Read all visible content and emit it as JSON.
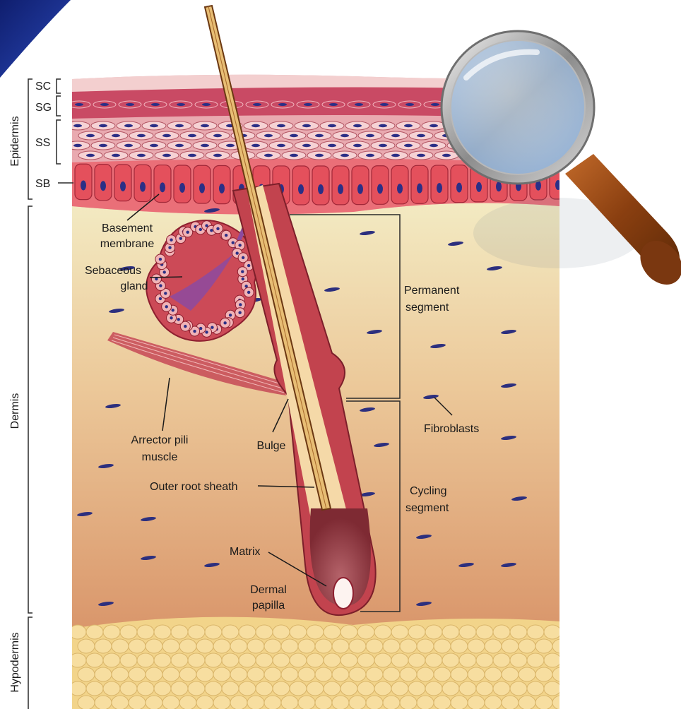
{
  "regions": {
    "epidermis": "Epidermis",
    "dermis": "Dermis",
    "hypodermis": "Hypodermis"
  },
  "layers": {
    "sc": "SC",
    "sg": "SG",
    "ss": "SS",
    "sb": "SB"
  },
  "labels": {
    "basement_line1": "Basement",
    "basement_line2": "membrane",
    "sebaceous_line1": "Sebaceous",
    "sebaceous_line2": "gland",
    "permanent_line1": "Permanent",
    "permanent_line2": "segment",
    "fibroblasts": "Fibroblasts",
    "arrector_line1": "Arrector pili",
    "arrector_line2": "muscle",
    "bulge": "Bulge",
    "outer_root_sheath": "Outer root sheath",
    "cycling_line1": "Cycling",
    "cycling_line2": "segment",
    "matrix": "Matrix",
    "dermal_line1": "Dermal",
    "dermal_line2": "papilla"
  },
  "colors": {
    "dermis_top": "#f3ecc3",
    "dermis_bottom": "#dc9a6d",
    "epidermis": "#e8a0a6",
    "basal_cell": "#e4505c",
    "nucleus": "#2b2f86",
    "fat": "#f2d48a",
    "hair": "#e9c47a",
    "sheath": "#c2434e",
    "background_corner": "#1b2f8f"
  }
}
